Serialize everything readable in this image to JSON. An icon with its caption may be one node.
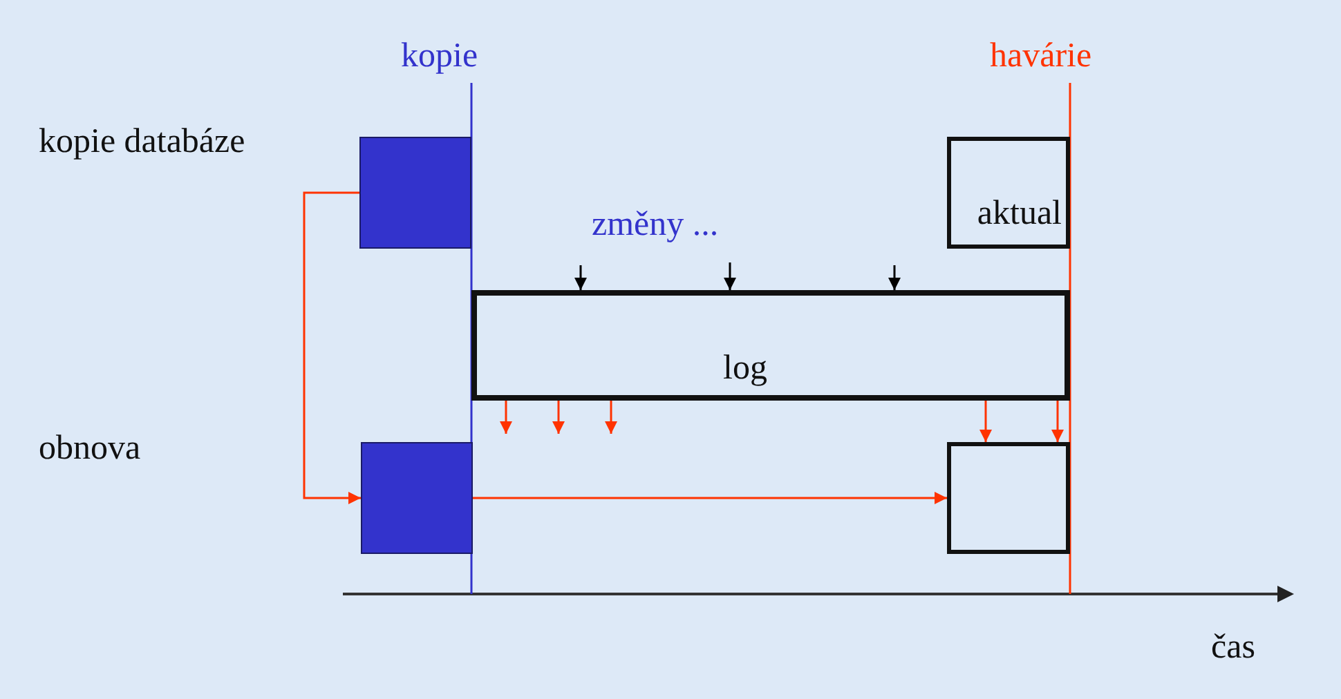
{
  "diagram": {
    "nodes": [
      {
        "text": [],
        "shape": "box"
      },
      {
        "text": [
          "aktual"
        ]
      },
      {
        "text": [
          "log"
        ]
      },
      {
        "text": [],
        "shape": "box"
      },
      {
        "text": [],
        "shape": "box"
      }
    ],
    "edges": [
      {
        "from": 0,
        "to": 3,
        "arrow": "to"
      },
      {
        "from": 3,
        "to": 4,
        "arrow": "to"
      },
      {
        "from": null,
        "to": 2,
        "arrow": "to",
        "color": "#000000"
      },
      {
        "from": null,
        "to": 2,
        "arrow": "to",
        "color": "#000000"
      },
      {
        "from": null,
        "to": 2,
        "arrow": "to",
        "color": "#000000"
      },
      {
        "from": 2,
        "to": null,
        "arrow": "to"
      },
      {
        "from": 2,
        "to": null,
        "arrow": "to"
      },
      {
        "from": 2,
        "to": null,
        "arrow": "to"
      },
      {
        "from": 2,
        "to": 4,
        "arrow": "to"
      },
      {
        "from": 2,
        "to": 4,
        "arrow": "to"
      }
    ],
    "labels": [
      "kopie",
      "havárie",
      "kopie databáze",
      "změny ...",
      "obnova",
      "čas"
    ]
  }
}
